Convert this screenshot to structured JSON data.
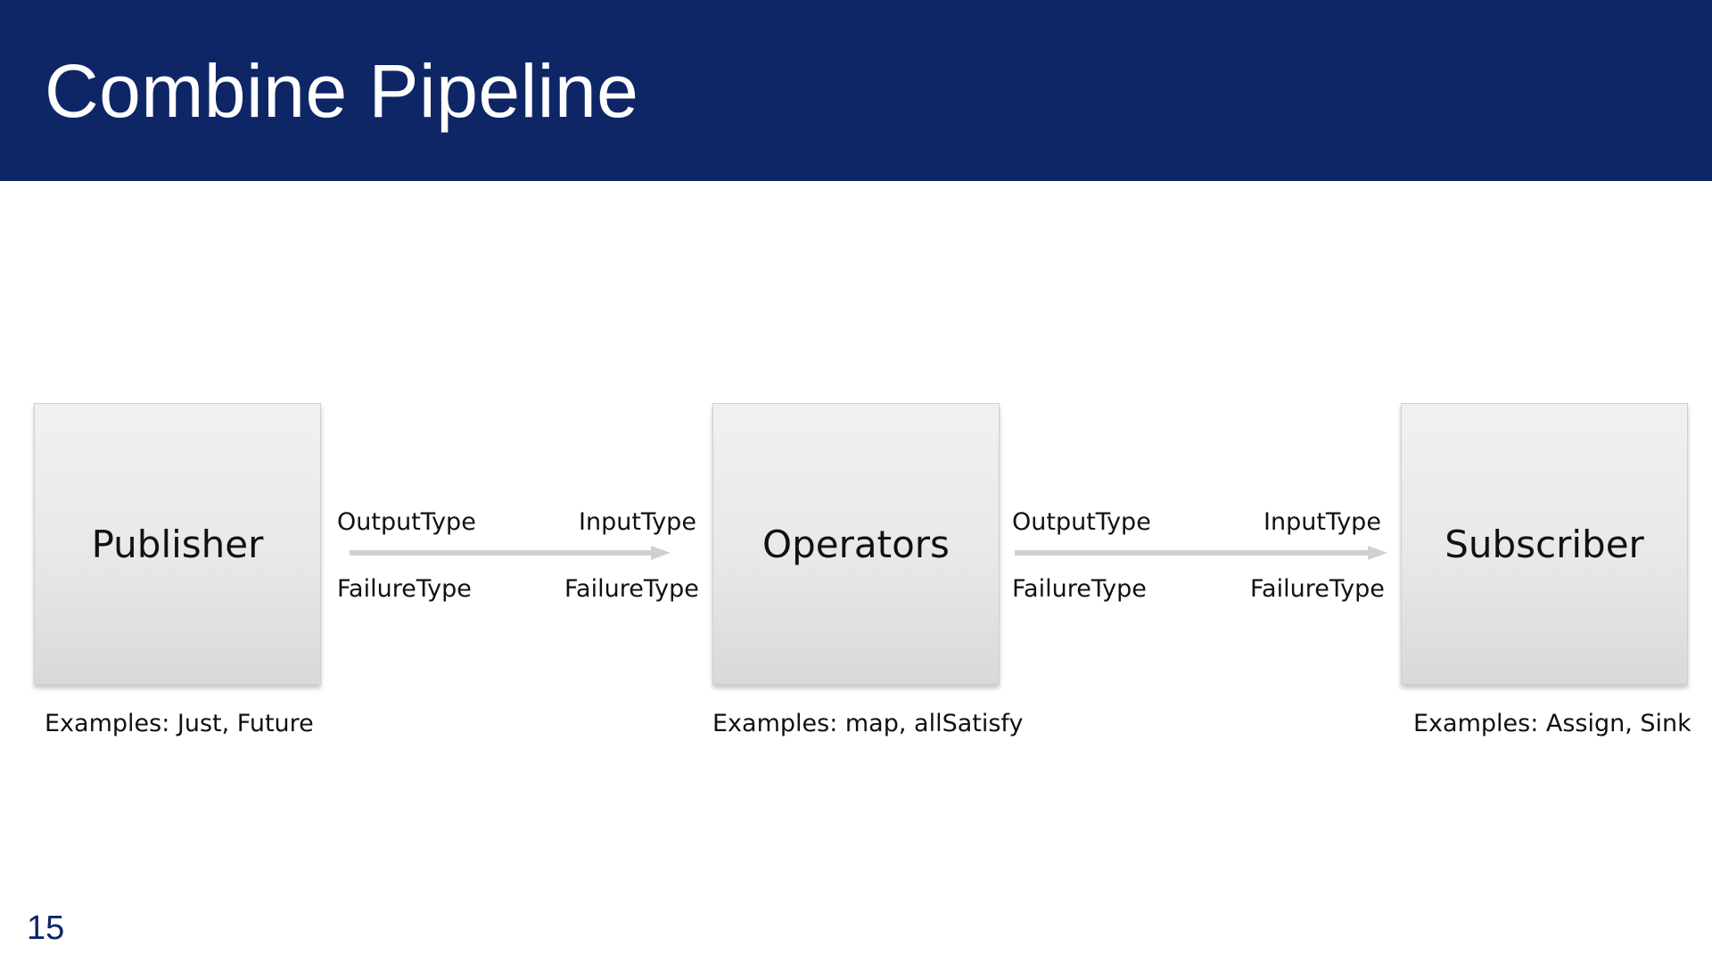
{
  "title": "Combine Pipeline",
  "page_number": "15",
  "colors": {
    "title_bar": "#0e2666",
    "title_text": "#ffffff",
    "box_fill": "#e8e8e8",
    "arrow": "#d0d0d0"
  },
  "nodes": {
    "publisher": {
      "label": "Publisher",
      "examples": "Examples: Just, Future"
    },
    "operators": {
      "label": "Operators",
      "examples": "Examples: map, allSatisfy"
    },
    "subscriber": {
      "label": "Subscriber",
      "examples": "Examples: Assign, Sink"
    }
  },
  "edges": [
    {
      "from": "Publisher",
      "to": "Operators",
      "source_top": "OutputType",
      "source_bottom": "FailureType",
      "target_top": "InputType",
      "target_bottom": "FailureType"
    },
    {
      "from": "Operators",
      "to": "Subscriber",
      "source_top": "OutputType",
      "source_bottom": "FailureType",
      "target_top": "InputType",
      "target_bottom": "FailureType"
    }
  ]
}
